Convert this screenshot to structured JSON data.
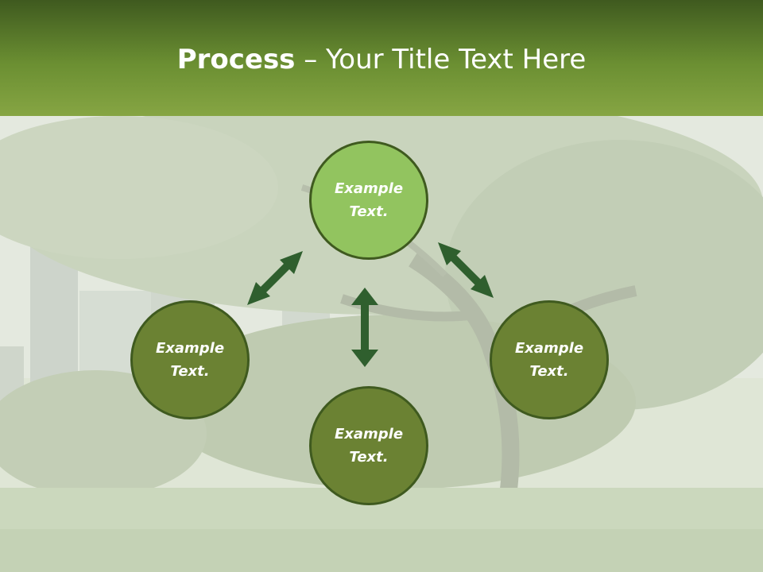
{
  "title": {
    "bold": "Process",
    "rest": " – Your Title Text Here"
  },
  "nodes": {
    "top": "Example Text.",
    "left": "Example Text.",
    "right": "Example Text.",
    "bottom": "Example Text."
  },
  "colors": {
    "header": "#6b8f32",
    "node_top": "#92c45f",
    "node_other": "#6b8233",
    "arrow": "#2f5f2e"
  }
}
